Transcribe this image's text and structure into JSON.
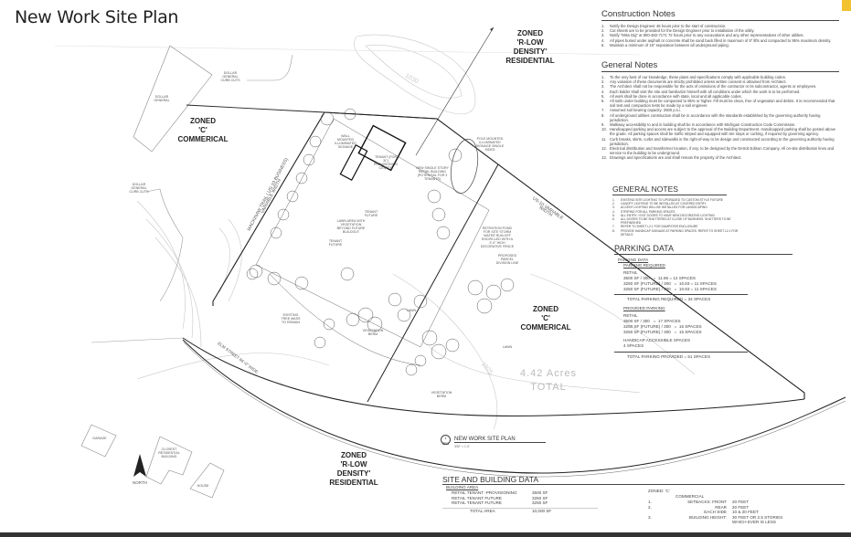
{
  "page_title": "New Work Site Plan",
  "colors": {
    "accent": "#f2c230",
    "ink": "#222222",
    "contour": "#bbbbbb"
  },
  "construction_notes": {
    "title": "Construction Notes",
    "items": [
      "Notify the Design Engineer 48 hours prior to the start of construction.",
      "Cut sheets are to be provided for the Design Engineer prior to installation of the utility.",
      "Notify \"Miss Dig\" at 800-482-7171 72 hours prior to any excavations and any other representatives of other utilities.",
      "All pipes buried under asphalt or concrete shall be sand back filled in maximum of 6\" lifts and compacted to 95% maximum density.",
      "Maintain a minimum of 18\" separation between all underground piping."
    ]
  },
  "general_notes": {
    "title": "General Notes",
    "items": [
      "To the very best of our knowledge, these plans and specifications comply with applicable building codes.",
      "Any variation of these documents are strictly prohibited unless written consent is obtained from Architect.",
      "The Architect shall not be responsible for the acts of omissions of the contractor or its subcontractor, agents or employees.",
      "Each bidder shall visit the site and familiarize himself with all conditions under which the work is to be performed.",
      "All work shall be done in accordance with state, local and all applicable codes.",
      "All soils under building must be compacted to 95% or higher. Fill must be clean, free of vegetation and debris. It is recommended that soil test and compaction tests be made by a soil engineer.",
      "Assumed soil bearing capacity: 2500 p.s.i.",
      "All underground utilities construction shall be in accordance with the standards established by the governing authority having jurisdiction.",
      "Walkway accessibility to and in building shall be in accordance with Michigan Construction Code Commission.",
      "Handicapped parking and access are subject to the approval of the Building Department. Handicapped parking shall be posted above the grade. All parking spaces shall be traffic striped and equipped with tire stops or curbing, if required by governing agency.",
      "Curb breaks, skirts, curbs and sidewalks in the right-of-way to be design and constructed according to the governing authority having jurisdiction.",
      "Electrical distribution and transformer location, if any, to be designed by the Detroit Edison Company. All on-site distribution lines and service to the building to be underground.",
      "Drawings and specifications are and shall remain the property of the Architect."
    ]
  },
  "general_notes_caps": {
    "title": "GENERAL NOTES",
    "items": [
      "EXISTING SITE LIGHTING TO UPGRADED TO CUSTOM STYLE FIXTURE",
      "CANOPY LIGHTING TO BE INSTALLED AT COVERED ENTRY",
      "ACCENT LIGHTING WILL BE INSTALLED FOR LANDSCAPING",
      "STRIPING FOR ALL PARKING SPACES",
      "ALL ENTRY / EXIT DOORS TO HAVE NEW DECORATIVE LIGHTING",
      "ALL DOORS TO BE SHUTTERED AT CLOSE OF BUSINESS. SHUTTERS TO BE PREFINISHED",
      "REFER TO SHEET L2.1 FOR DUMPSTER ENCLOSURE",
      "PROVIDE HANDICAP SIGNAGE AT PARKING SPACES. REFER TO SHEET L2.1 FOR DETAILS"
    ]
  },
  "parking_data": {
    "title": "PARKING DATA",
    "subtitle": "PARKING DATA",
    "required_heading": "PARKING REQUIRED",
    "required_group": "RETAIL",
    "required_lines": [
      "3500 SF / 300   =  11.66 = 12 SPACES",
      "3250 SF (FUTURE) / 300   =  10.83 = 11 SPACES",
      "3250 SF (FUTURE) / 300   =  10.83 = 11 SPACES"
    ],
    "required_total": "TOTAL PARKING REQUIRED   =  34 SPACES",
    "provided_heading": "PROVIDED PARKING",
    "provided_group": "RETAIL",
    "provided_lines": [
      "3500 SF / 300   =  17 SPACES",
      "3250 SF (FUTURE) / 300   =  15 SPACES",
      "3250 SF (FUTURE) / 300   =  15 SPACES"
    ],
    "handicap_heading": "HANDICAP ACCESSIBLE SPACES",
    "handicap_value": "4 SPACES",
    "provided_total": "TOTAL PARKING PROVIDED   =  51 SPACES"
  },
  "plan_caption": {
    "title": "NEW WORK SITE PLAN",
    "scale": "3/32\" = 1'-0\"",
    "detail_num": "1",
    "sheet": "SP.1"
  },
  "site_data": {
    "title": "SITE AND BUILDING  DATA",
    "building_area_heading": "BUILDING AREA",
    "rows": [
      {
        "label": "RETAIL TENANT -PROVISIONING",
        "value": "3500 SF"
      },
      {
        "label": "RETAIL TENANT FUTURE",
        "value": "3250 SF"
      },
      {
        "label": "RETAIL TENANT FUTURE",
        "value": "3250 SF"
      }
    ],
    "total_label": "TOTAL AREA",
    "total_value": "10,000 SF",
    "zoned": "ZONED: 'C'",
    "zoned_type": "COMMERCIAL",
    "setbacks": [
      {
        "num": "1.",
        "label": "SETBACKS:  FRONT",
        "value": "20 FEET"
      },
      {
        "num": "2.",
        "label": "REAR",
        "value": "20 FEET"
      },
      {
        "num": "",
        "label": "EACH SIDE",
        "value": "10 & 20 FEET"
      },
      {
        "num": "3.",
        "label": "BUILDING HEIGHT:",
        "value": "30 FEET OR 2.5 STORIES"
      },
      {
        "num": "",
        "label": "",
        "value": "WHICH EVER IS LESS"
      }
    ]
  },
  "zones": {
    "c_commercial_west": [
      "ZONED",
      "'C'",
      "COMMERICAL"
    ],
    "r_low_north": [
      "ZONED",
      "'R-LOW",
      "DENSITY'",
      "RESIDENTIAL"
    ],
    "c_commercial_east": [
      "ZONED",
      "'C'",
      "COMMERICAL"
    ],
    "r_low_south": [
      "ZONED",
      "'R-LOW",
      "DENSITY'",
      "RESIDENTIAL"
    ]
  },
  "site_labels": {
    "acres": "4.42  Acres",
    "acres_total": "TOTAL",
    "mackinaw": "MACKINAW TRAIL ( US-10 BUSINESS)",
    "variable_width": "VARIABLE WIDTH",
    "us10": "US-10 VARIABLE WIDTH",
    "elm_street": "ELM STREET 66'-0\" WIDE",
    "north": "NORTH",
    "dollar_general": "DOLLAR GENERAL",
    "dollar_general_curb_1": "DOLLAR GENERAL CURB CUTS",
    "dollar_general_curb_2": "DOLLAR GENERAL CURB CUTS",
    "tenant_provisioning": "TENANT (FOR 3C) PROVISIONING CENTER",
    "new_building": "NEW SINGLE STORY RETAIL BUILDING (POTENTIAL FOR 3 TENANTS)",
    "tenant_future_1": "TENANT FUTURE",
    "tenant_future_2": "TENANT FUTURE",
    "lawn_area": "LAWN AREA WITH VEGETATION BEYOND FUTURE BUILDOUT",
    "wall_signage": "WALL MOUNTED ILLUMINATED SIGNAGE",
    "pole_signage": "POLE MOUNTED ILLUMINATED SIGNAGE SINGLE SIDED",
    "retention_pond": "RETENTION POND FOR SITE STORM WATER RUN-OFF ENCIRCLED WITH A 3'-0\" HIGH DECORATIVE FENCE",
    "parcel_division": "PROPOSED PARCEL DIVISION LINE",
    "existing_tree": "EXISTING TREE MASS TO REMAIN",
    "veg_berm_1": "VEGETATION BERM",
    "veg_berm_2": "VEGETATION BERM",
    "lawn_1": "LAWN",
    "lawn_2": "LAWN",
    "garage": "GARAGE",
    "closest_res": "CLOSEST RESIDENTIAL BUILDING",
    "house": "HOUSE",
    "contour_1030": "1030",
    "contour_1025": "1025"
  }
}
